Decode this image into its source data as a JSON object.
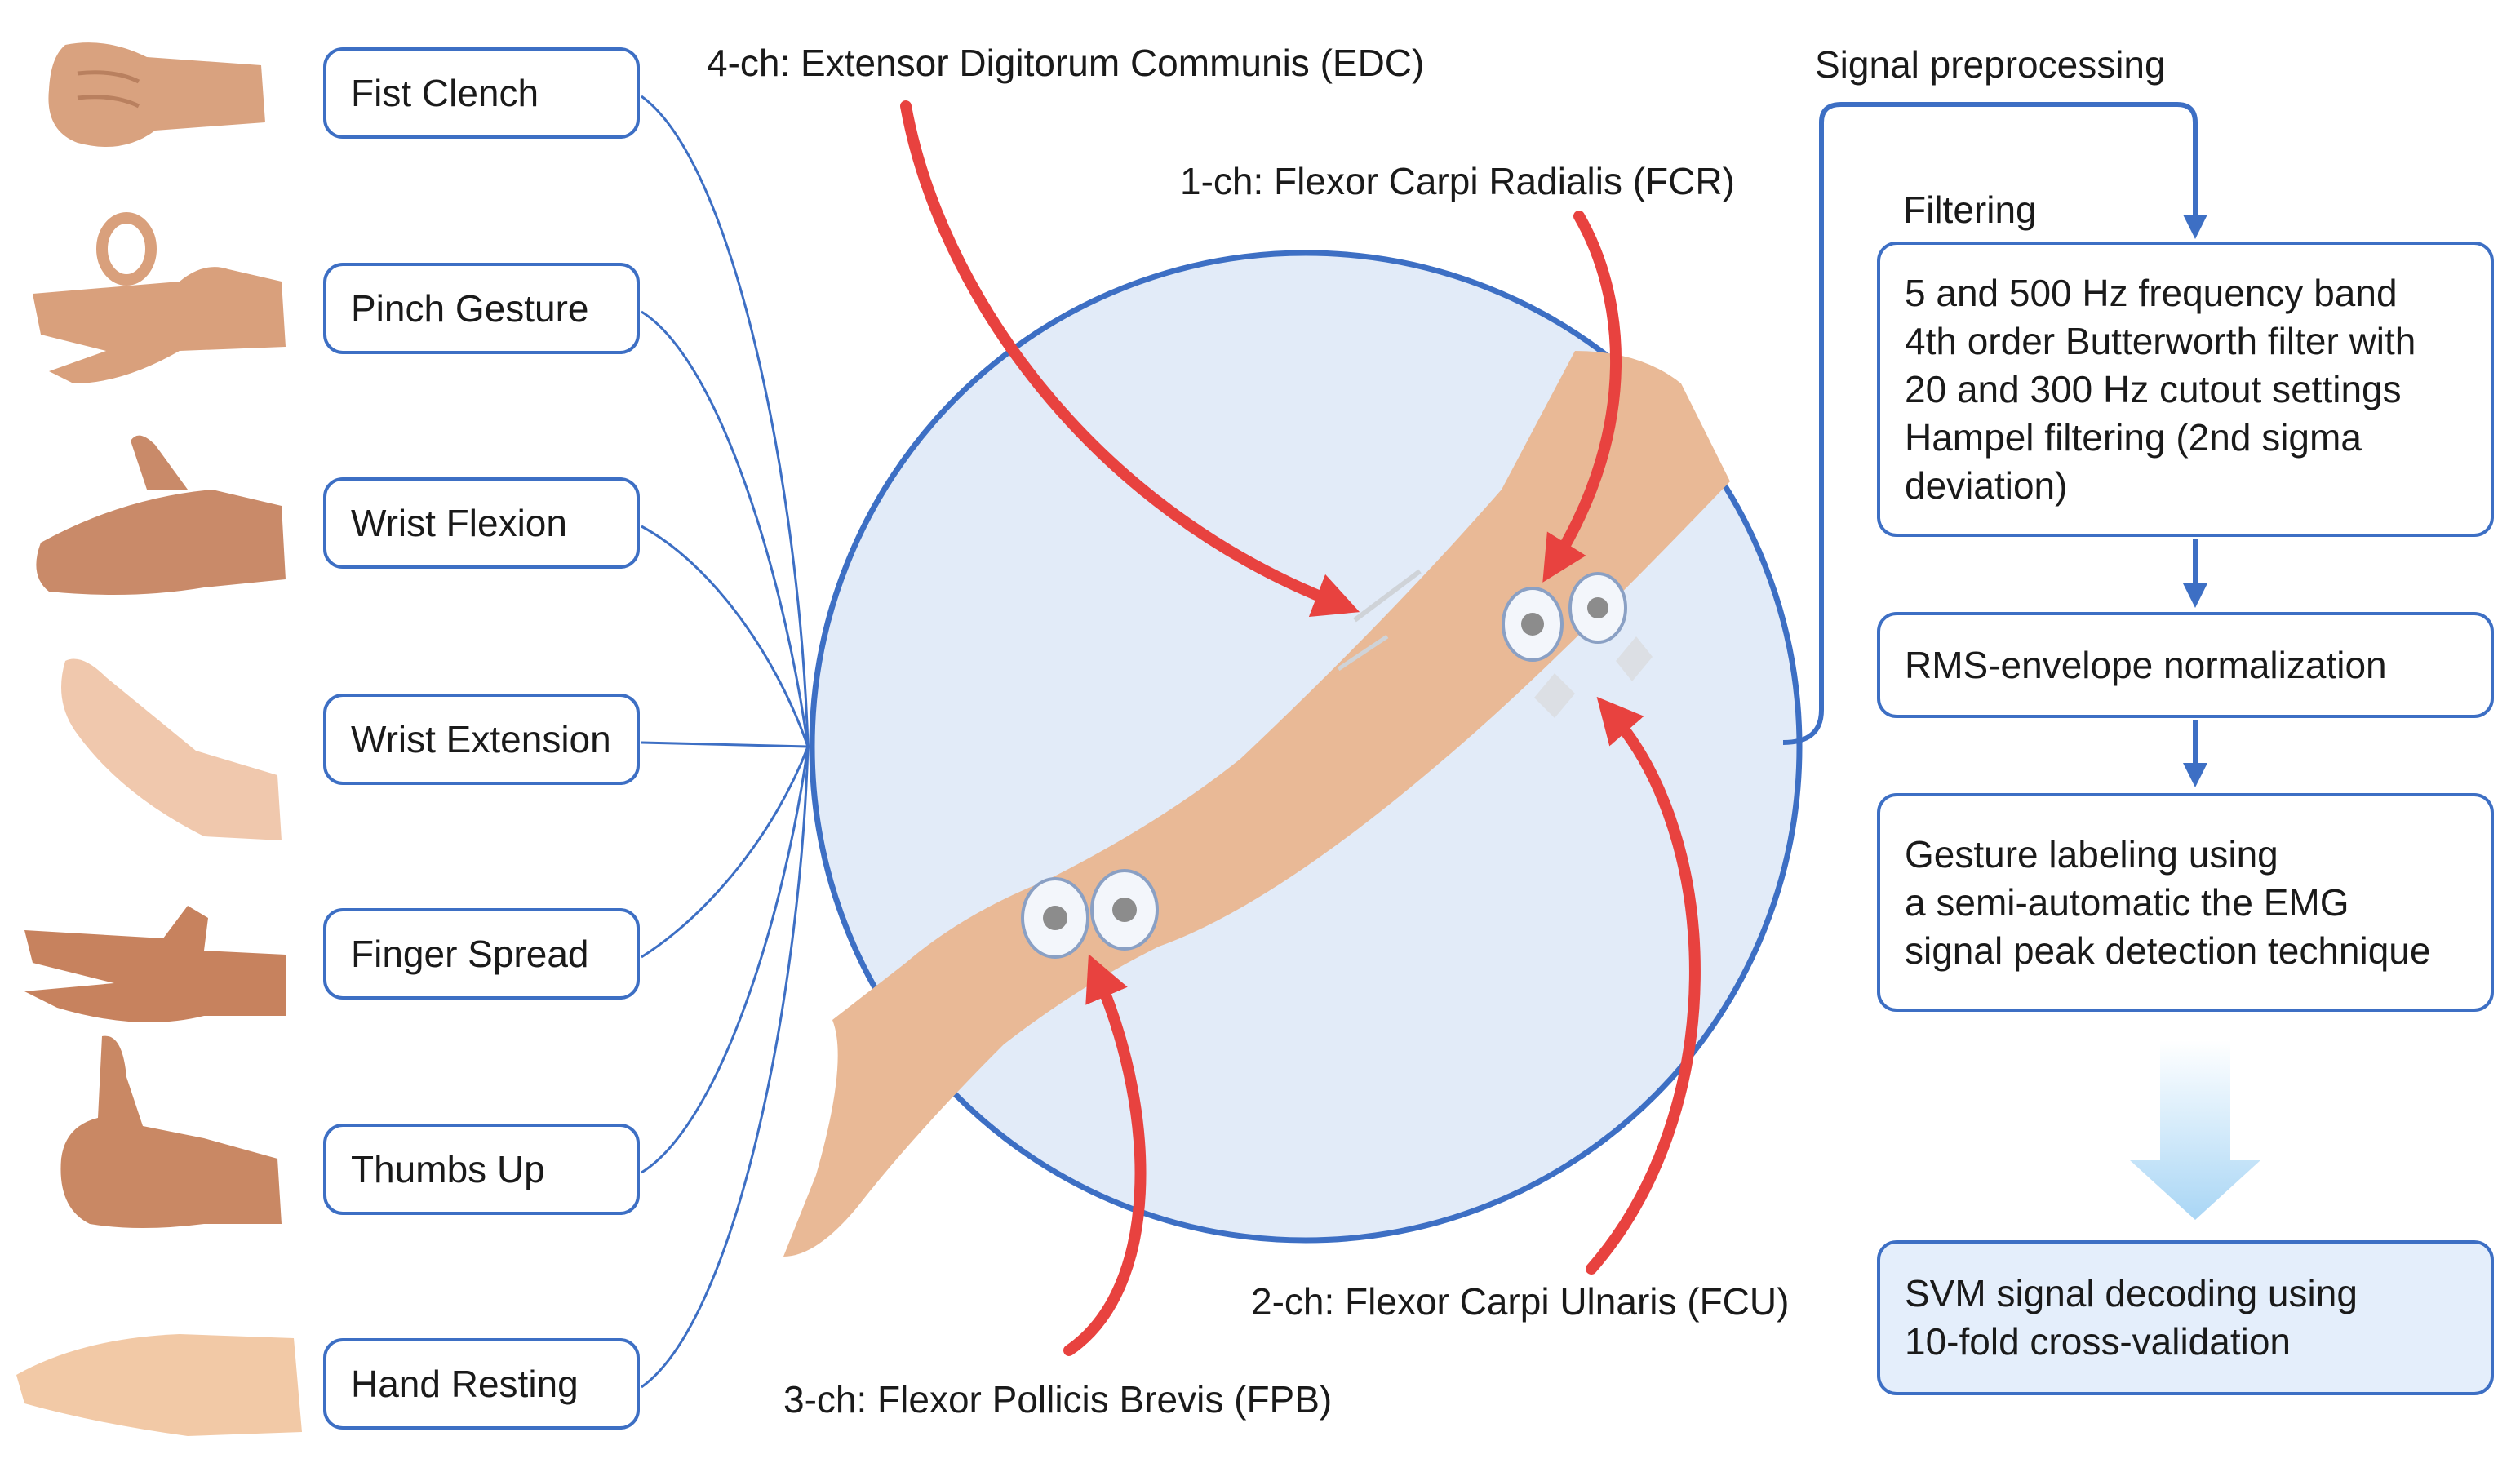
{
  "gestures": [
    {
      "label": "Fist Clench"
    },
    {
      "label": "Pinch Gesture"
    },
    {
      "label": "Wrist Flexion"
    },
    {
      "label": "Wrist Extension"
    },
    {
      "label": "Finger Spread"
    },
    {
      "label": "Thumbs Up"
    },
    {
      "label": "Hand Resting"
    }
  ],
  "channels": {
    "ch4": "4-ch: Extensor Digitorum Communis (EDC)",
    "ch1": "1-ch: Flexor Carpi Radialis (FCR)",
    "ch2": "2-ch: Flexor Carpi Ulnaris (FCU)",
    "ch3": "3-ch: Flexor Pollicis Brevis (FPB)"
  },
  "pipeline": {
    "title": "Signal preprocessing",
    "filtering_label": "Filtering",
    "filtering_lines": [
      "5 and 500 Hz frequency band",
      "4th order Butterworth filter with",
      "20 and 300 Hz cutout settings",
      "Hampel filtering (2nd sigma",
      "deviation)"
    ],
    "rms": "RMS-envelope normalization",
    "labeling_lines": [
      "Gesture labeling using",
      "a semi-automatic the EMG",
      "signal peak detection technique"
    ],
    "svm_lines": [
      "SVM signal decoding using",
      "10-fold cross-validation"
    ]
  },
  "colors": {
    "accent_blue": "#3d6fc4",
    "arrow_red": "#e8423f",
    "circle_fill": "#e2ebf8",
    "skin": "#e9b996",
    "svm_fill": "#e4eefb"
  }
}
